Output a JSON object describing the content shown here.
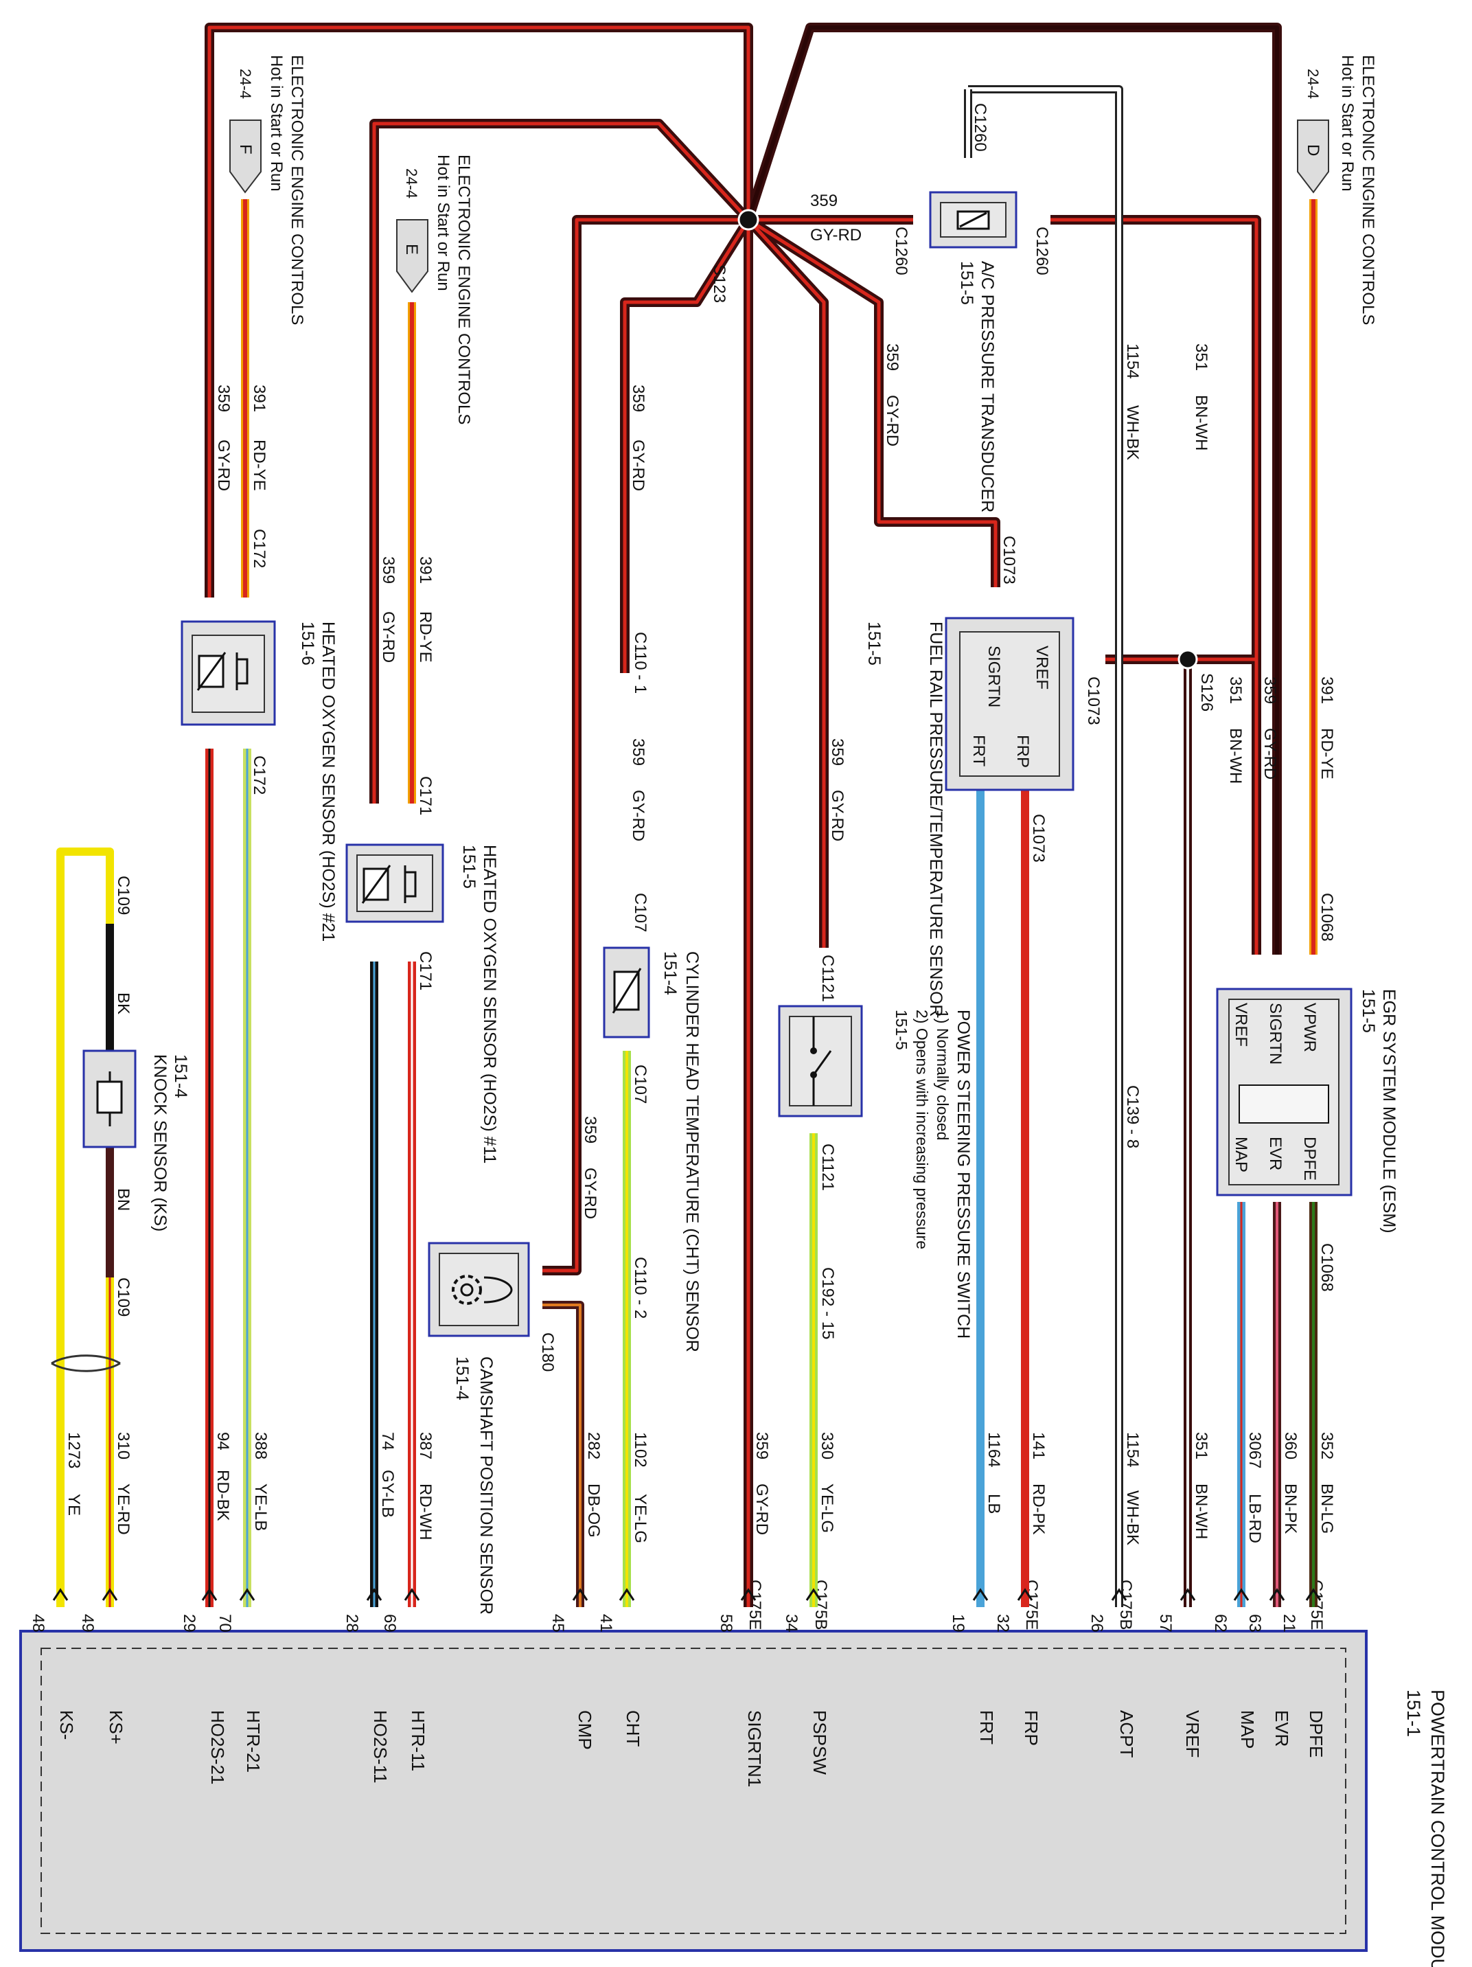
{
  "pcm": {
    "title": "POWERTRAIN CONTROL MODULE (PCM)",
    "ref": "151-1",
    "pins": [
      {
        "name": "KS-",
        "pin": "48"
      },
      {
        "name": "KS+",
        "pin": "49"
      },
      {
        "name": "HO2S-21",
        "pin": "29"
      },
      {
        "name": "HTR-21",
        "pin": "70"
      },
      {
        "name": "HO2S-11",
        "pin": "28"
      },
      {
        "name": "HTR-11",
        "pin": "69"
      },
      {
        "name": "CMP",
        "pin": "45"
      },
      {
        "name": "CHT",
        "pin": "41"
      },
      {
        "name": "SIGRTN1",
        "pin": "58"
      },
      {
        "name": "PSPSW",
        "pin": "34"
      },
      {
        "name": "FRT",
        "pin": "19"
      },
      {
        "name": "FRP",
        "pin": "32"
      },
      {
        "name": "ACPT",
        "pin": "26"
      },
      {
        "name": "VREF",
        "pin": "57"
      },
      {
        "name": "MAP",
        "pin": "62"
      },
      {
        "name": "EVR",
        "pin": "63"
      },
      {
        "name": "DPFE",
        "pin": "21"
      }
    ],
    "connectors": [
      "C175E",
      "C175B",
      "C175E",
      "C175B",
      "C175E"
    ]
  },
  "power_sources": [
    {
      "letter": "F",
      "ref": "24-4",
      "title": "ELECTRONIC ENGINE CONTROLS",
      "sub": "Hot in Start or Run"
    },
    {
      "letter": "E",
      "ref": "24-4",
      "title": "ELECTRONIC ENGINE CONTROLS",
      "sub": "Hot in Start or Run"
    },
    {
      "letter": "D",
      "ref": "24-4",
      "title": "ELECTRONIC ENGINE CONTROLS",
      "sub": "Hot in Start or Run"
    }
  ],
  "splices": {
    "s123": "S123",
    "s126": "S126"
  },
  "components": {
    "ho2s21": {
      "title": "HEATED OXYGEN SENSOR (HO2S) #21",
      "ref": "151-6",
      "connector": "C172"
    },
    "ho2s11": {
      "title": "HEATED OXYGEN SENSOR (HO2S) #11",
      "ref": "151-5",
      "connector": "C171"
    },
    "knock": {
      "title": "KNOCK SENSOR (KS)",
      "ref": "151-4",
      "connector": "C109"
    },
    "cmp": {
      "title": "CAMSHAFT POSITION SENSOR",
      "ref": "151-4",
      "connector": "C180"
    },
    "cht": {
      "title": "CYLINDER HEAD TEMPERATURE (CHT) SENSOR",
      "ref": "151-4",
      "connector": "C107"
    },
    "psp": {
      "title": "POWER STEERING PRESSURE SWITCH",
      "notes": [
        "1) Normally closed",
        "2) Opens with increasing pressure"
      ],
      "ref": "151-5",
      "connector": "C1121"
    },
    "frp": {
      "title": "FUEL RAIL PRESSURE/TEMPERATURE SENSOR",
      "ref": "151-5",
      "connector": "C1073",
      "pins": [
        "VREF",
        "SIGRTN",
        "FRT",
        "FRP"
      ]
    },
    "acpt": {
      "title": "A/C PRESSURE TRANSDUCER",
      "ref": "151-5",
      "connector": "C1260"
    },
    "esm": {
      "title": "EGR SYSTEM MODULE (ESM)",
      "ref": "151-5",
      "connector": "C1068",
      "pins": [
        "VPWR",
        "SIGRTN",
        "VREF",
        "DPFE",
        "EVR",
        "MAP"
      ]
    }
  },
  "inline": [
    "C110 - 1",
    "C110 - 2",
    "C139 - 8",
    "C192 - 15"
  ],
  "wires": [
    {
      "ckt": "391",
      "color": "RD-YE"
    },
    {
      "ckt": "359",
      "color": "GY-RD"
    },
    {
      "ckt": "351",
      "color": "BN-WH"
    },
    {
      "ckt": "1154",
      "color": "WH-BK"
    },
    {
      "ckt": "352",
      "color": "BN-LG"
    },
    {
      "ckt": "360",
      "color": "BN-PK"
    },
    {
      "ckt": "3067",
      "color": "LB-RD"
    },
    {
      "ckt": "141",
      "color": "RD-PK"
    },
    {
      "ckt": "1164",
      "color": "LB"
    },
    {
      "ckt": "330",
      "color": "YE-LG"
    },
    {
      "ckt": "1102",
      "color": "YE-LG"
    },
    {
      "ckt": "282",
      "color": "DB-OG"
    },
    {
      "ckt": "387",
      "color": "RD-WH"
    },
    {
      "ckt": "74",
      "color": "GY-LB"
    },
    {
      "ckt": "388",
      "color": "YE-LB"
    },
    {
      "ckt": "94",
      "color": "RD-BK"
    },
    {
      "ckt": "310",
      "color": "YE-RD"
    },
    {
      "ckt": "1273",
      "color": "YE"
    },
    {
      "ckt": "",
      "color": "BK"
    },
    {
      "ckt": "",
      "color": "BN"
    }
  ],
  "colors": {
    "frame": "#2832a8",
    "box_fill": "#e0e0e0",
    "gy_rd_core": "#3a0d0d",
    "rd": "#d8261c",
    "ye": "#f2e400",
    "lg": "#a6e04a",
    "lb": "#4aa3d8"
  }
}
